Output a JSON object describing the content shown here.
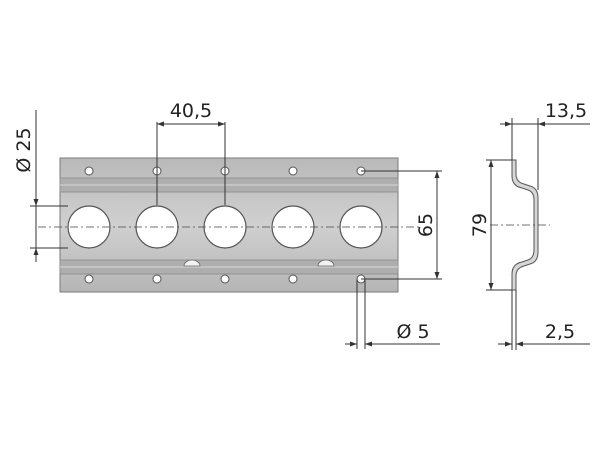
{
  "drawing": {
    "dimensions": {
      "hole_pitch": "40,5",
      "large_hole_diameter": "Ø 25",
      "hole_row_distance": "65",
      "small_hole_diameter": "Ø 5",
      "profile_depth": "13,5",
      "total_height": "79",
      "sheet_thickness": "2,5"
    },
    "colors": {
      "plate_fill": "#c4c4c4",
      "plate_dark": "#8f8f8f",
      "line": "#333333"
    }
  }
}
